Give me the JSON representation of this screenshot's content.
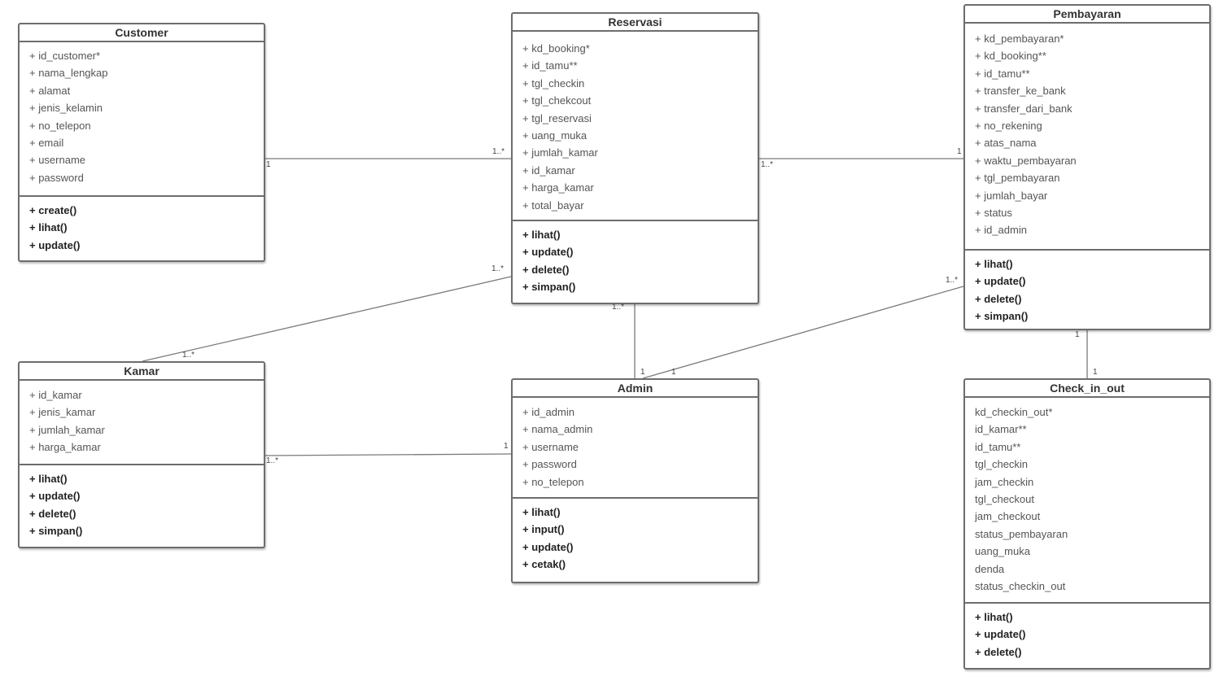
{
  "classes": {
    "customer": {
      "name": "Customer",
      "attributes": [
        "+ id_customer*",
        "+ nama_lengkap",
        "+ alamat",
        "+ jenis_kelamin",
        "+ no_telepon",
        "+ email",
        "+ username",
        "+ password"
      ],
      "operations": [
        "+ create()",
        "+ lihat()",
        "+ update()"
      ]
    },
    "reservasi": {
      "name": "Reservasi",
      "attributes": [
        "+ kd_booking*",
        "+ id_tamu**",
        "+ tgl_checkin",
        "+ tgl_chekcout",
        "+ tgl_reservasi",
        "+ uang_muka",
        "+ jumlah_kamar",
        "+ id_kamar",
        "+ harga_kamar",
        "+ total_bayar"
      ],
      "operations": [
        "+ lihat()",
        "+ update()",
        "+ delete()",
        "+ simpan()"
      ]
    },
    "pembayaran": {
      "name": "Pembayaran",
      "attributes": [
        "+ kd_pembayaran*",
        "+ kd_booking**",
        "+ id_tamu**",
        "+ transfer_ke_bank",
        "+ transfer_dari_bank",
        "+ no_rekening",
        "+ atas_nama",
        "+ waktu_pembayaran",
        "+ tgl_pembayaran",
        "+ jumlah_bayar",
        "+ status",
        "+ id_admin"
      ],
      "operations": [
        "+ lihat()",
        "+ update()",
        "+ delete()",
        "+ simpan()"
      ]
    },
    "kamar": {
      "name": "Kamar",
      "attributes": [
        "+ id_kamar",
        "+ jenis_kamar",
        "+ jumlah_kamar",
        "+ harga_kamar"
      ],
      "operations": [
        "+ lihat()",
        "+ update()",
        "+ delete()",
        "+ simpan()"
      ]
    },
    "admin": {
      "name": "Admin",
      "attributes": [
        "+ id_admin",
        "+ nama_admin",
        "+ username",
        "+ password",
        "+ no_telepon"
      ],
      "operations": [
        "+ lihat()",
        "+ input()",
        "+ update()",
        "+ cetak()"
      ]
    },
    "checkinout": {
      "name": "Check_in_out",
      "attributes": [
        "kd_checkin_out*",
        "id_kamar**",
        "id_tamu**",
        "tgl_checkin",
        "jam_checkin",
        "tgl_checkout",
        "jam_checkout",
        "status_pembayaran",
        "uang_muka",
        "denda",
        "status_checkin_out"
      ],
      "operations": [
        "+ lihat()",
        "+ update()",
        "+ delete()"
      ]
    }
  },
  "multiplicities": {
    "customer_reservasi_a": "1",
    "customer_reservasi_b": "1..*",
    "reservasi_pembayaran_a": "1..*",
    "reservasi_pembayaran_b": "1",
    "kamar_reservasi_a": "1..*",
    "kamar_reservasi_b": "1..*",
    "reservasi_admin_a": "1..*",
    "reservasi_admin_b": "1",
    "pembayaran_admin_a": "1..*",
    "pembayaran_admin_b": "1",
    "kamar_admin_a": "1..*",
    "kamar_admin_b": "1",
    "pembayaran_checkinout_a": "1",
    "pembayaran_checkinout_b": "1"
  }
}
